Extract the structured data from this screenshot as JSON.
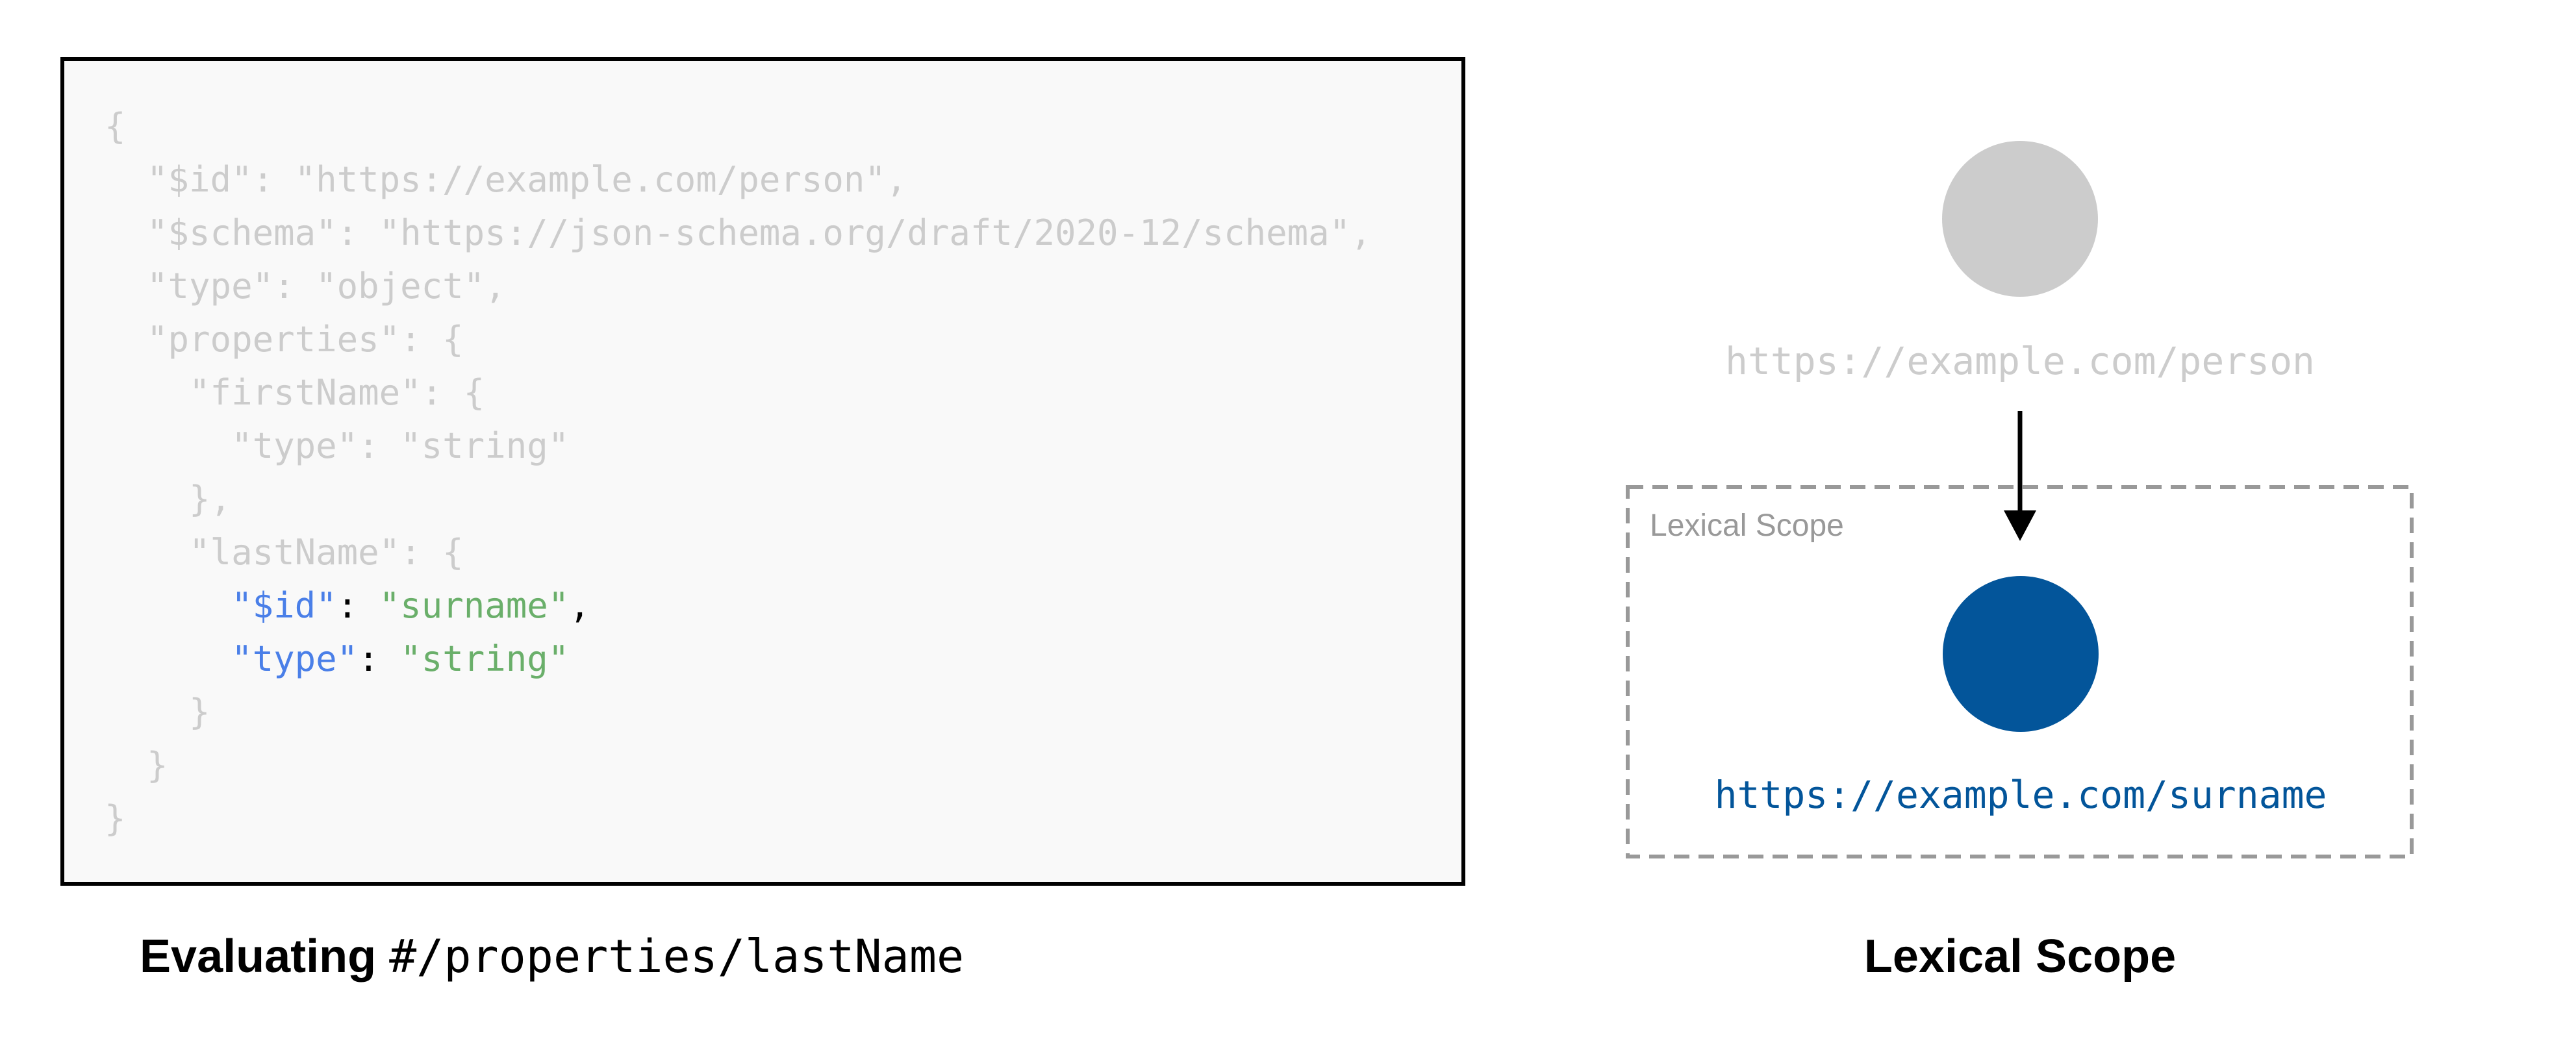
{
  "code": {
    "lines": [
      "{",
      "  \"$id\": \"https://example.com/person\",",
      "  \"$schema\": \"https://json-schema.org/draft/2020-12/schema\",",
      "  \"type\": \"object\",",
      "  \"properties\": {",
      "    \"firstName\": {",
      "      \"type\": \"string\"",
      "    },",
      "    \"lastName\": {"
    ],
    "highlight": [
      {
        "indent": "      ",
        "key": "\"$id\"",
        "sep": ": ",
        "value": "\"surname\"",
        "trail": ","
      },
      {
        "indent": "      ",
        "key": "\"type\"",
        "sep": ": ",
        "value": "\"string\"",
        "trail": ""
      }
    ],
    "closing": [
      "    }",
      "  }",
      "}"
    ]
  },
  "caption_left": {
    "bold": "Evaluating ",
    "mono": "#/properties/lastName"
  },
  "diagram": {
    "parent_uri": "https://example.com/person",
    "scope_label": "Lexical Scope",
    "child_uri": "https://example.com/surname",
    "colors": {
      "parent": "#cccccc",
      "child": "#03559a",
      "scope_border": "#999999",
      "key": "#4a7fe8",
      "string": "#6aaf6a"
    }
  },
  "caption_right": "Lexical Scope"
}
